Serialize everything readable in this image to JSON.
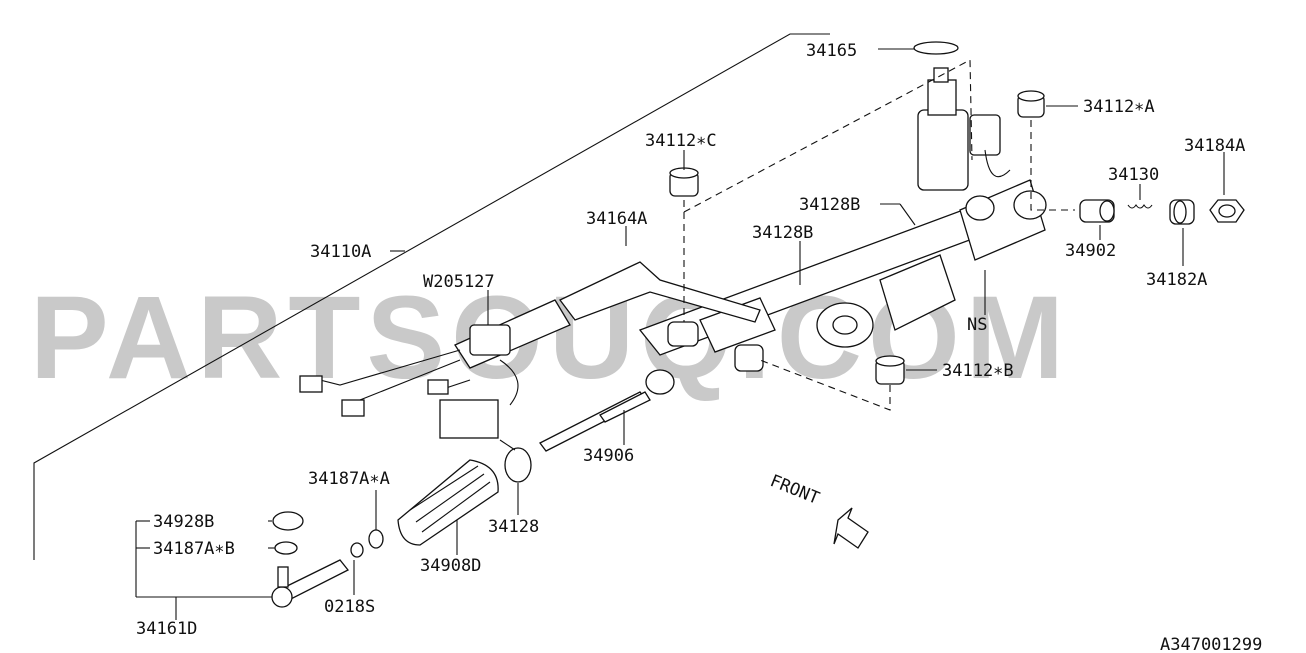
{
  "diagram": {
    "watermark": "PARTSOUQ.COM",
    "figure_code": "A347001299",
    "direction_label": "FRONT",
    "part_labels": {
      "p34165": "34165",
      "p34112A": "34112∗A",
      "p34184A": "34184A",
      "p34112C": "34112∗C",
      "p34130": "34130",
      "p34128B_1": "34128B",
      "p34164A": "34164A",
      "p34128B_2": "34128B",
      "p34902": "34902",
      "p34110A": "34110A",
      "p34182A": "34182A",
      "pW205127": "W205127",
      "pNS": "NS",
      "p34112B": "34112∗B",
      "p34906": "34906",
      "p34187AA": "34187A∗A",
      "p34128": "34128",
      "p34928B": "34928B",
      "p34187AB": "34187A∗B",
      "p34908D": "34908D",
      "p0218S": "0218S",
      "p34161D": "34161D"
    }
  }
}
